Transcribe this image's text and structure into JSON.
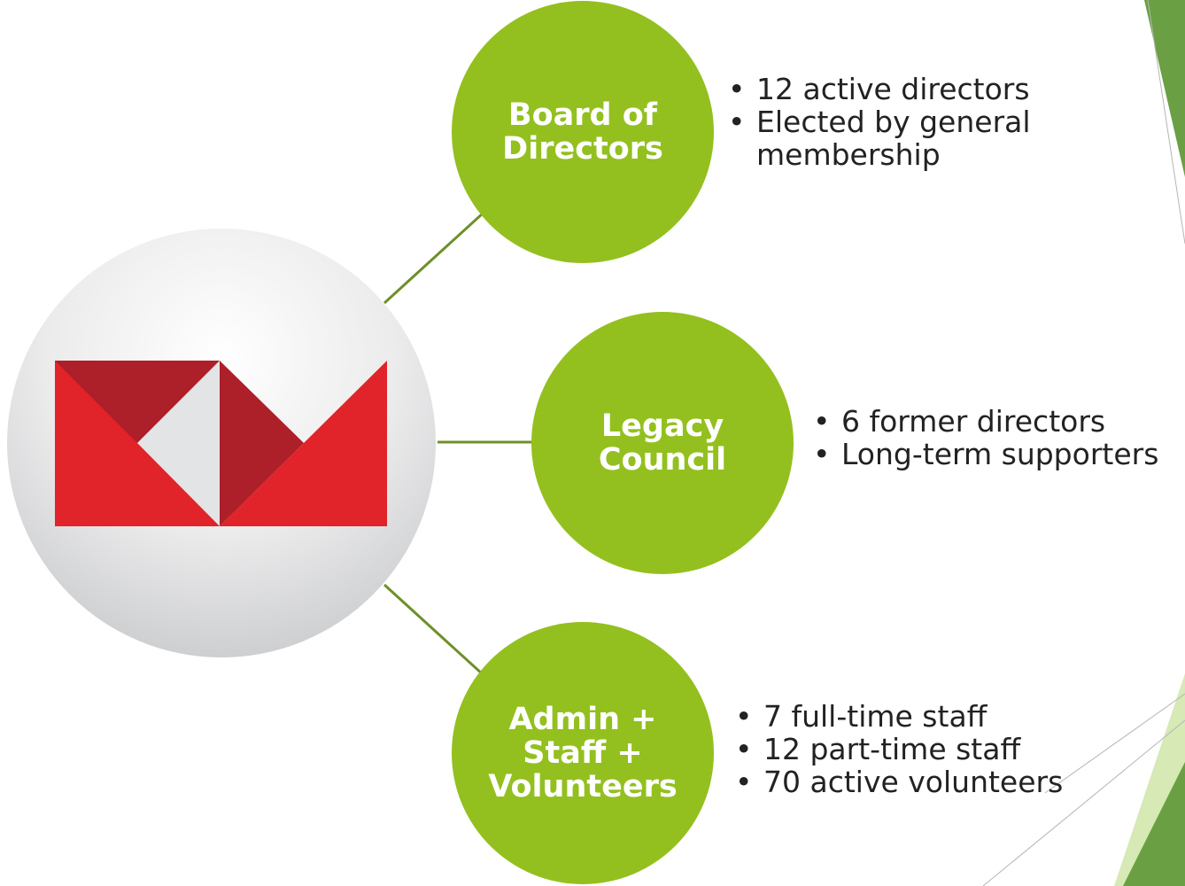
{
  "colors": {
    "node_fill": "#93c01f",
    "connector": "#6f8f2a",
    "node_text": "#ffffff",
    "bullet_text": "#222222",
    "logo_red": "#e1232a",
    "logo_dark_red": "#ad1f29",
    "logo_light": "#e3e4e6",
    "accent_dark_green": "#6aa043",
    "accent_light_green": "#d7e9b5"
  },
  "logo": {
    "icon": "red-envelope-logo-icon"
  },
  "nodes": [
    {
      "label": "Board of\nDirectors",
      "bullets": [
        "12 active directors",
        "Elected by general\nmembership"
      ]
    },
    {
      "label": "Legacy\nCouncil",
      "bullets": [
        "6 former directors",
        "Long-term supporters"
      ]
    },
    {
      "label": "Admin +\nStaff +\nVolunteers",
      "bullets": [
        "7 full-time staff",
        "12 part-time staff",
        "70 active volunteers"
      ]
    }
  ]
}
